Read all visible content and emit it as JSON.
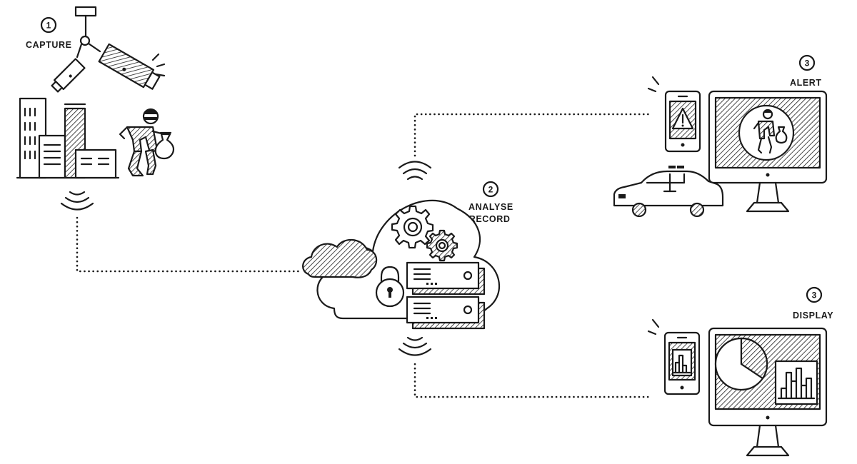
{
  "steps": {
    "capture": {
      "number": "1",
      "label": "CAPTURE"
    },
    "analyse": {
      "number": "2",
      "label_line1": "ANALYSE",
      "label_line2": "& RECORD"
    },
    "alert": {
      "number": "3",
      "label": "ALERT"
    },
    "display": {
      "number": "3",
      "label": "DISPLAY"
    }
  },
  "icons": {
    "capture": [
      "cctv-camera-icon",
      "small-camera-icon",
      "buildings-icon",
      "thief-icon",
      "money-bag-icon",
      "wireless-signal-icon"
    ],
    "analyse": [
      "cloud-icon",
      "small-cloud-icon",
      "gear-icon",
      "padlock-icon",
      "server-icon",
      "wireless-signal-icon"
    ],
    "alert": [
      "smartphone-warning-icon",
      "monitor-icon",
      "police-car-icon"
    ],
    "display": [
      "smartphone-chart-icon",
      "monitor-chart-icon",
      "pie-chart-icon",
      "bar-chart-icon"
    ]
  },
  "colors": {
    "ink": "#1a1a1a",
    "background": "#ffffff"
  }
}
